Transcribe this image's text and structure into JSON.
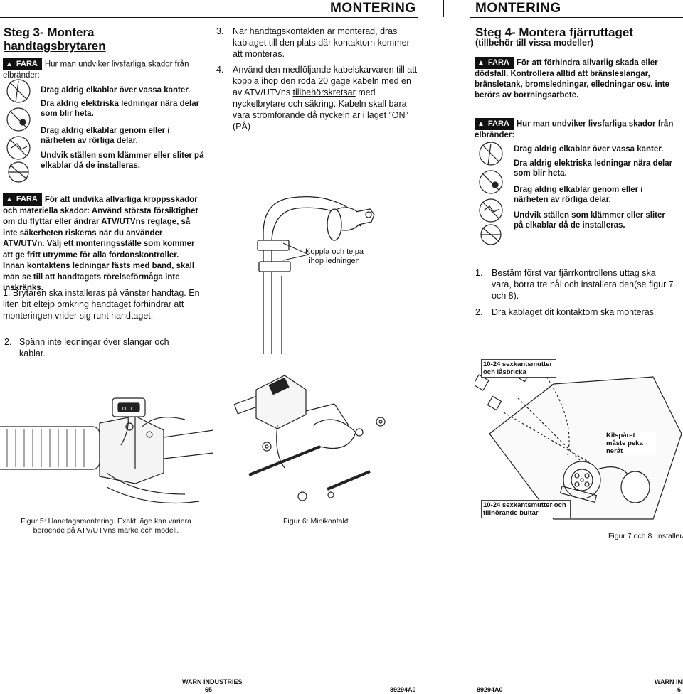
{
  "header": {
    "left_section": "MONTERING",
    "right_section": "MONTERING"
  },
  "left": {
    "step3_title": "Steg 3- Montera handtagsbrytaren",
    "warning1": {
      "badge": "FARA",
      "intro": "Hur man undviker livsfarliga skador från elbränder:",
      "items": [
        "Drag aldrig elkablar över vassa kanter.",
        "Dra aldrig elektriska ledningar nära delar som blir heta.",
        "Drag aldrig elkablar genom eller i närheten av rörliga delar.",
        "Undvik ställen som klämmer eller sliter på elkablar då de installeras."
      ]
    },
    "warning2": {
      "badge": "FARA",
      "text": "För att undvika allvarliga kroppsskador och materiella skador: Använd största försiktighet om du flyttar eller ändrar ATV/UTVns reglage, så inte säkerheten riskeras när du använder ATV/UTVn. Välj ett monteringsställe som kommer att ge fritt utrymme för alla fordonskontroller.",
      "text2": "Innan kontaktens ledningar fästs med band, skall man se till att handtagets rörelseförmåga inte inskränks."
    },
    "step1": "1. Brytaren ska installeras på vänster handtag. En liten bit eltejp omkring handtaget förhindrar att monteringen vrider sig runt handtaget.",
    "step2_num": "2.",
    "step2": "Spänn inte ledningar över slangar och kablar.",
    "fig5_caption": "Figur 5: Handtagsmontering. Exakt läge kan variera beroende på ATV/UTVns märke och modell.",
    "fig6_caption": "Figur 6: Minikontakt.",
    "switch_label": "OUT"
  },
  "middle": {
    "step3_num": "3.",
    "step3": "När handtagskontakten är monterad, dras kablaget till den plats där kontaktorn kommer att monteras.",
    "step4_num": "4.",
    "step4_a": "Använd den medföljande kabelskarvaren till att koppla ihop den röda 20 gage kabeln med en av ATV/UTVns ",
    "step4_link": "tillbehörskretsar",
    "step4_b": " med nyckelbrytare och säkring. Kabeln skall bara vara strömförande då nyckeln är i läget ”ON” (PÅ)",
    "callout": "Koppla och tejpa ihop ledningen"
  },
  "right": {
    "step4_title": "Steg 4- Montera fjärruttaget",
    "step4_sub": "(tillbehör till vissa modeller)",
    "warning1": {
      "badge": "FARA",
      "text": "För att förhindra allvarlig skada eller dödsfall. Kontrollera alltid att bränsleslangar, bränsletank, bromsledningar, elledningar osv. inte berörs av borrningsarbete."
    },
    "warning2": {
      "badge": "FARA",
      "intro": "Hur man undviker livsfarliga skador från elbränder:",
      "items": [
        "Drag aldrig elkablar över vassa kanter.",
        "Dra aldrig elektriska ledningar nära delar som blir heta.",
        "Drag aldrig elkablar genom eller i närheten av rörliga delar.",
        "Undvik ställen som klämmer eller sliter på elkablar då de installeras."
      ]
    },
    "step1_num": "1.",
    "step1": "Bestäm först var fjärrkontrollens uttag ska vara, borra tre hål och installera den(se figur 7 och 8).",
    "step2_num": "2.",
    "step2": "Dra kablaget dit kontaktorn ska monteras.",
    "labels": {
      "nut1": "10-24 sexkantsmutter och låsbricka",
      "slot": "Kilspåret måste peka neråt",
      "nut2": "10-24 sexkantsmutter och tillhörande bultar"
    },
    "fig78_caption": "Figur 7 och 8. Installera"
  },
  "footer": {
    "company": "WARN INDUSTRIES",
    "page_left": "65",
    "doc_left": "89294A0",
    "doc_right": "89294A0",
    "company_right": "WARN IND",
    "page_right": "6"
  }
}
